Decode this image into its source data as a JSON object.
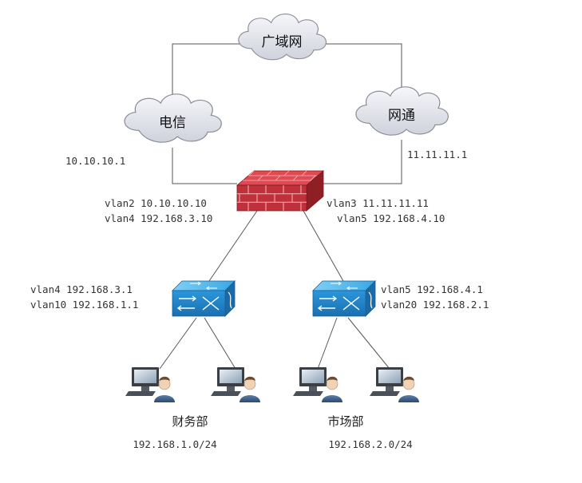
{
  "clouds": {
    "wan": "广域网",
    "telecom": "电信",
    "netcom": "网通"
  },
  "ips": {
    "telecom_gateway": "10.10.10.1",
    "netcom_gateway": "11.11.11.1"
  },
  "firewall": {
    "left_line1": "vlan2 10.10.10.10",
    "left_line2": "vlan4 192.168.3.10",
    "right_line1": "vlan3 11.11.11.11",
    "right_line2": "vlan5 192.168.4.10"
  },
  "switches": {
    "left_line1": "vlan4 192.168.3.1",
    "left_line2": "vlan10 192.168.1.1",
    "right_line1": "vlan5 192.168.4.1",
    "right_line2": "vlan20 192.168.2.1"
  },
  "departments": {
    "finance_name": "财务部",
    "finance_subnet": "192.168.1.0/24",
    "market_name": "市场部",
    "market_subnet": "192.168.2.0/24"
  },
  "colors": {
    "firewall": "#c0303a",
    "switch": "#2a8fd0",
    "cloud": "#e2e4ec"
  }
}
